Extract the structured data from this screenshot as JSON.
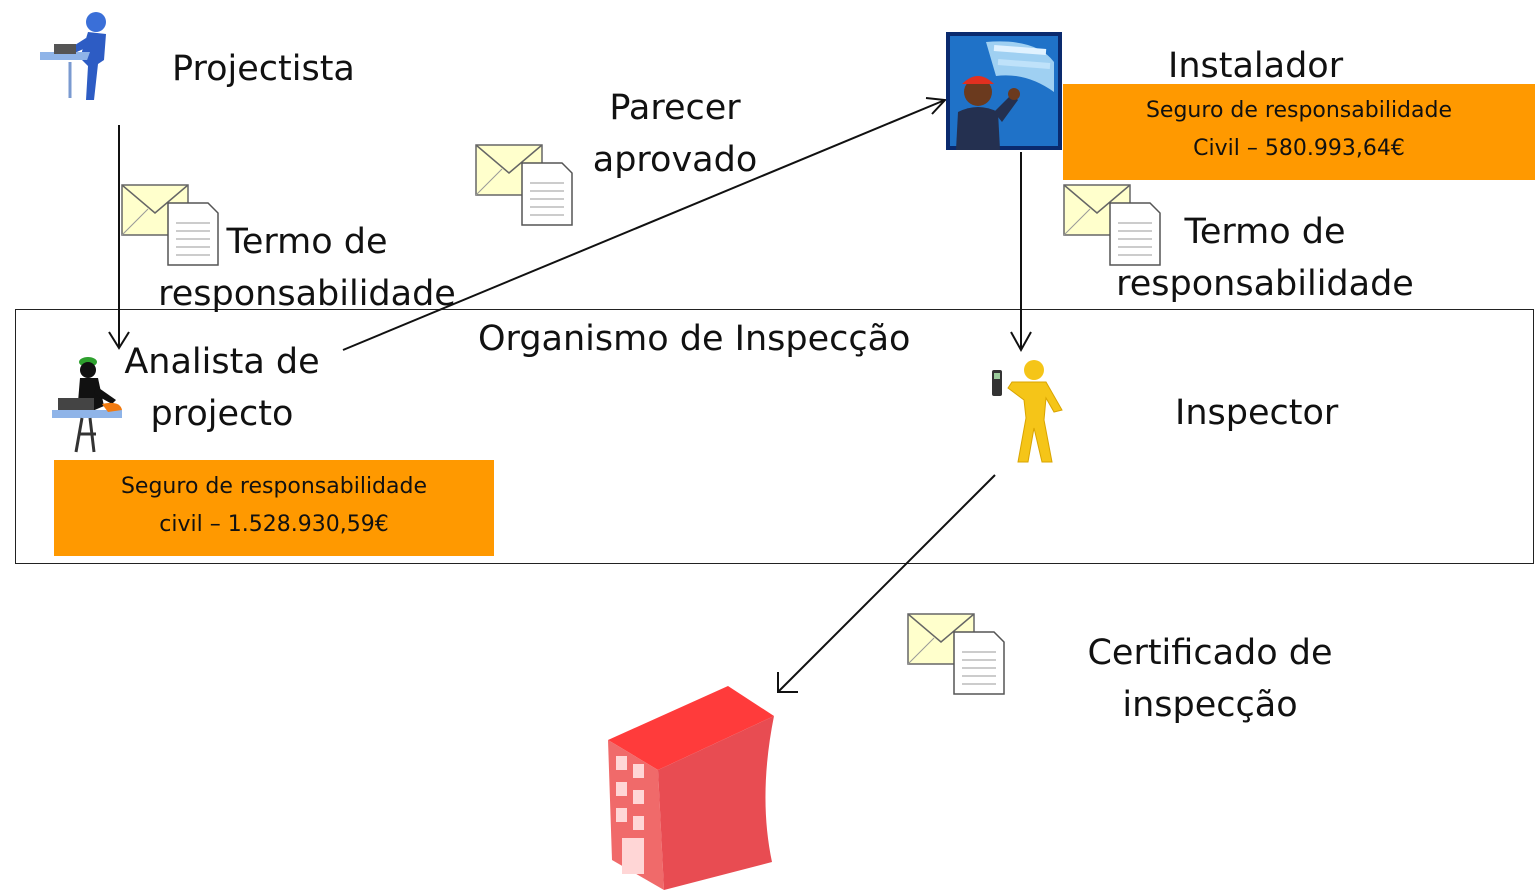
{
  "actors": {
    "projectista": "Projectista",
    "instalador": "Instalador",
    "analista": {
      "line1": "Analista de",
      "line2": "projecto"
    },
    "inspector": "Inspector",
    "organismo": "Organismo de Inspecção"
  },
  "messages": {
    "parecer": {
      "line1": "Parecer",
      "line2": "aprovado"
    },
    "termo_left": {
      "line1": "Termo de",
      "line2": "responsabilidade"
    },
    "termo_right": {
      "line1": "Termo de",
      "line2": "responsabilidade"
    },
    "certificado": {
      "line1": "Certificado de",
      "line2": "inspecção"
    }
  },
  "insurance": {
    "instalador": {
      "line1": "Seguro de responsabilidade",
      "line2": "Civil – 580.993,64€"
    },
    "analista": {
      "line1": "Seguro de responsabilidade",
      "line2": "civil – 1.528.930,59€"
    }
  },
  "colors": {
    "insurance_bg": "#ff9900",
    "building": "#f0555a",
    "inspector_figure": "#f5c518"
  },
  "icons": [
    "designer-person-icon",
    "worker-icon",
    "hacker-analyst-icon",
    "person-phone-icon",
    "envelope-document-icon",
    "building-icon"
  ]
}
